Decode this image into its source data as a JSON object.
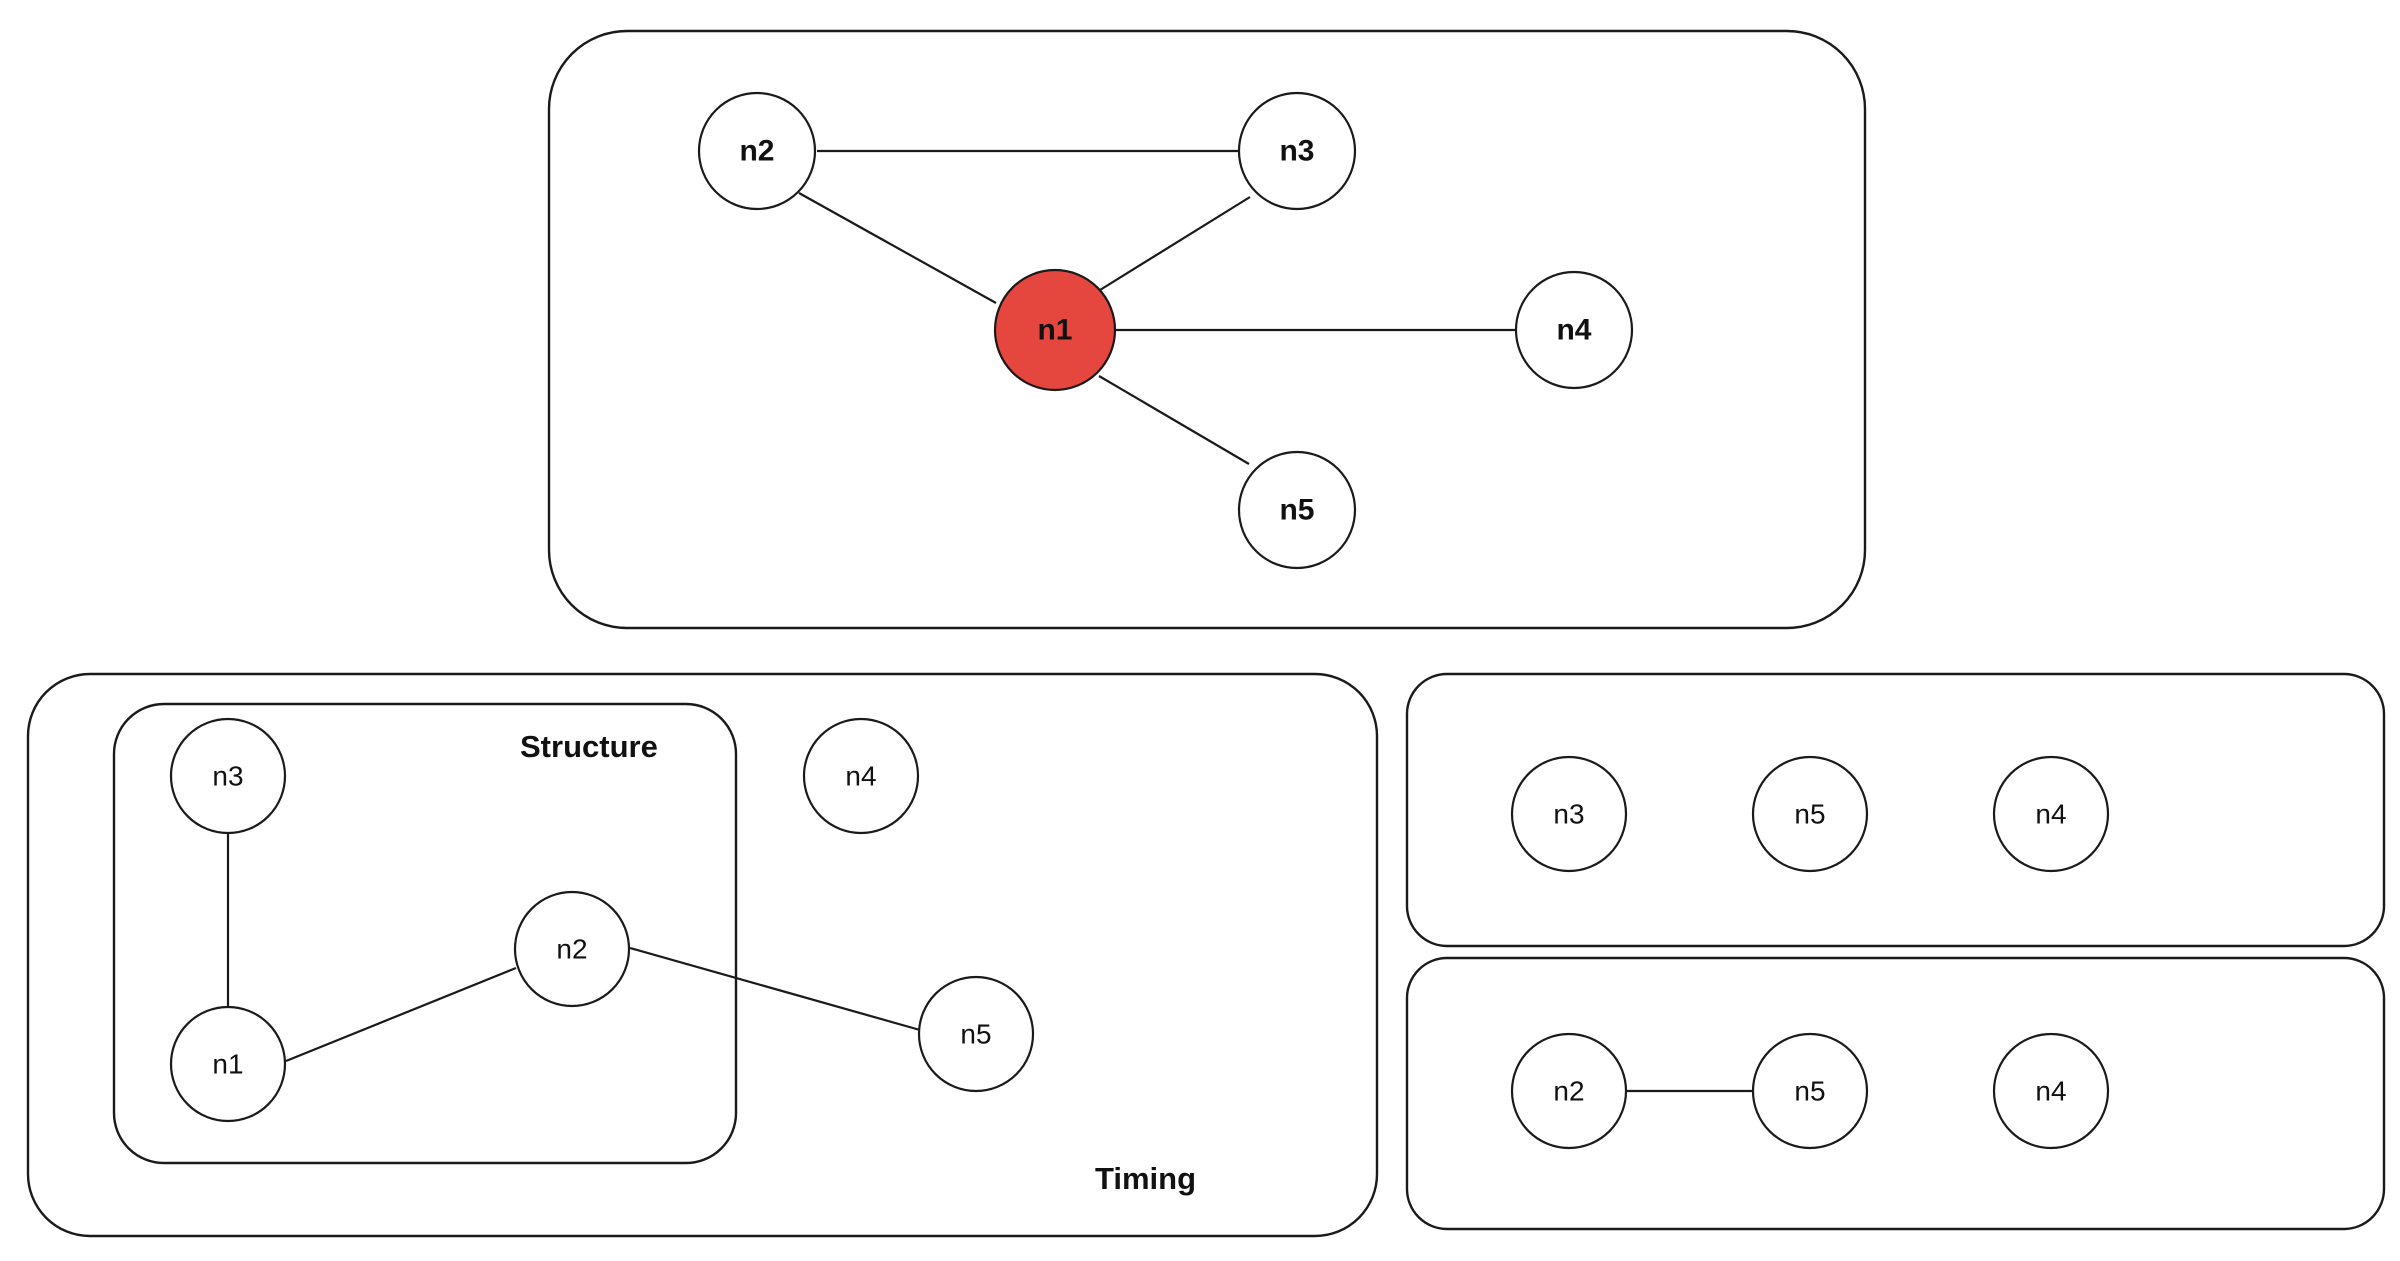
{
  "colors": {
    "highlight_node": "#e5463d",
    "stroke": "#1a1a1a",
    "background": "#ffffff"
  },
  "labels": {
    "structure": "Structure",
    "timing": "Timing"
  },
  "graphs": {
    "main": {
      "nodes": [
        "n2",
        "n3",
        "n1",
        "n4",
        "n5"
      ],
      "highlighted_node": "n1",
      "edges": [
        [
          "n2",
          "n3"
        ],
        [
          "n2",
          "n1"
        ],
        [
          "n3",
          "n1"
        ],
        [
          "n1",
          "n4"
        ],
        [
          "n1",
          "n5"
        ]
      ]
    },
    "structure": {
      "nodes": [
        "n3",
        "n2",
        "n1"
      ],
      "edges": [
        [
          "n3",
          "n1"
        ],
        [
          "n1",
          "n2"
        ]
      ]
    },
    "timing": {
      "nodes": [
        "n4",
        "n5"
      ],
      "edges": [
        [
          "n2",
          "n5"
        ]
      ]
    },
    "right_top": {
      "nodes": [
        "n3",
        "n5",
        "n4"
      ],
      "edges": []
    },
    "right_bottom": {
      "nodes": [
        "n2",
        "n5",
        "n4"
      ],
      "edges": [
        [
          "n2",
          "n5"
        ]
      ]
    }
  }
}
